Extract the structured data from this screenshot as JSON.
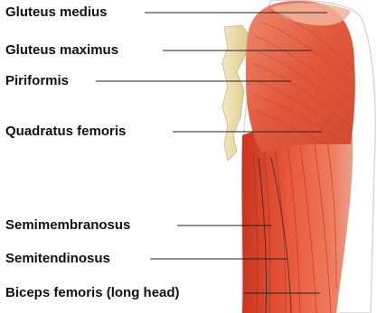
{
  "labels": [
    {
      "id": "gluteus-medius",
      "text": "Gluteus medius"
    },
    {
      "id": "gluteus-maximus",
      "text": "Gluteus maximus"
    },
    {
      "id": "piriformis",
      "text": "Piriformis"
    },
    {
      "id": "quadratus-femoris",
      "text": "Quadratus femoris"
    },
    {
      "id": "semimembranosus",
      "text": "Semimembranosus"
    },
    {
      "id": "semitendinosus",
      "text": "Semitendinosus"
    },
    {
      "id": "biceps-femoris",
      "text": "Biceps femoris (long head)"
    }
  ],
  "colors": {
    "muscle": "#e8553a",
    "muscle_light": "#f0866c",
    "muscle_dark": "#b83222",
    "bone": "#efe3b4",
    "bone_shadow": "#d8c88a",
    "skin_outline": "#c9c9c9",
    "line": "#222222"
  }
}
